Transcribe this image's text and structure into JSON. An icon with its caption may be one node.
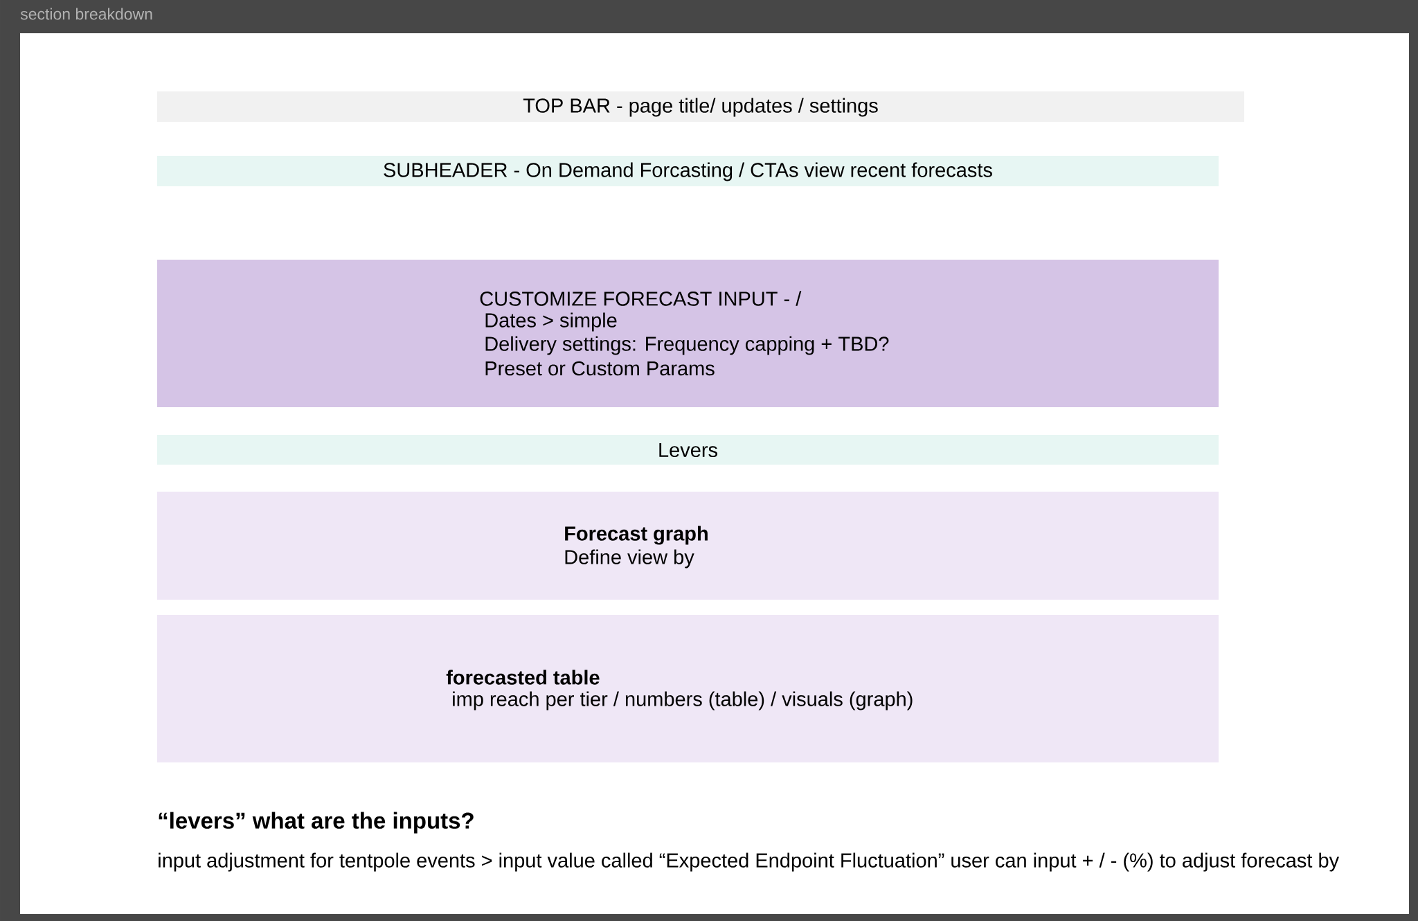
{
  "diagram": {
    "title": "section breakdown",
    "nodes": [
      {
        "text": [
          "TOP BAR - page title/ updates / settings"
        ]
      },
      {
        "text": [
          "SUBHEADER - On Demand Forcasting / CTAs view recent forecasts"
        ]
      },
      {
        "text": [
          "CUSTOMIZE FORECAST INPUT - /",
          "Dates > simple",
          "Delivery settings: Frequency capping + TBD?",
          "Preset or Custom Params"
        ]
      },
      {
        "text": [
          "Levers"
        ]
      },
      {
        "text": [
          "Forecast graph",
          "Define view by"
        ]
      },
      {
        "text": [
          "forecasted table",
          "imp reach per tier / numbers (table) / visuals (graph)"
        ]
      }
    ],
    "labels": [
      "“levers” what are the inputs?",
      "input adjustment for tentpole events > input value called “Expected Endpoint Fluctuation” user can input + / - (%) to adjust forecast by"
    ]
  }
}
